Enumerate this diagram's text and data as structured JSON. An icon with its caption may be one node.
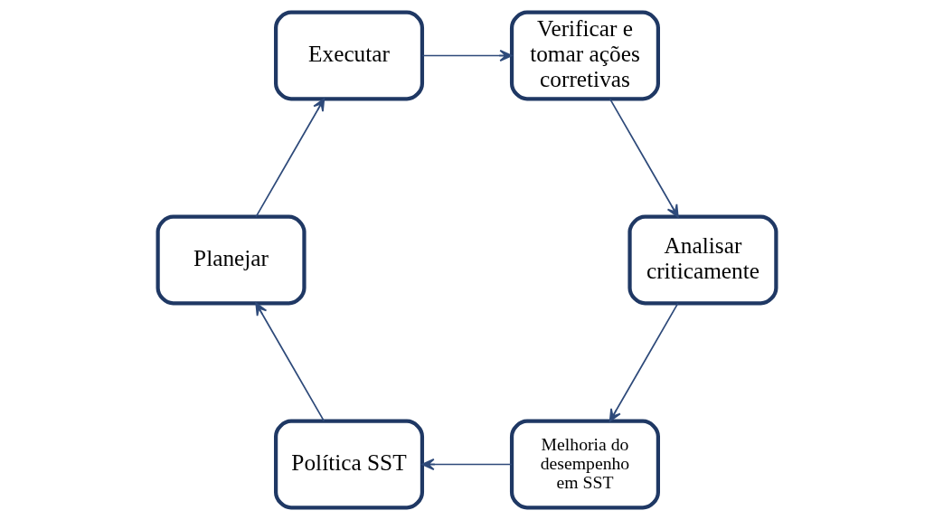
{
  "diagram": {
    "nodes": [
      {
        "text": [
          "Melhoria do desempenho em SST"
        ]
      },
      {
        "text": [
          "Política SST"
        ]
      },
      {
        "text": [
          "Planejar"
        ]
      },
      {
        "text": [
          "Executar"
        ]
      },
      {
        "text": [
          "Verificar e tomar ações corretivas"
        ]
      },
      {
        "text": [
          "Analisar criticamente"
        ]
      }
    ],
    "edges": [
      {
        "from": 0,
        "to": 1,
        "arrow": "to"
      },
      {
        "from": 1,
        "to": 2,
        "arrow": "to"
      },
      {
        "from": 2,
        "to": 3,
        "arrow": "to"
      },
      {
        "from": 3,
        "to": 4,
        "arrow": "to"
      },
      {
        "from": 4,
        "to": 5,
        "arrow": "to"
      },
      {
        "from": 5,
        "to": 0,
        "arrow": "to"
      }
    ]
  }
}
